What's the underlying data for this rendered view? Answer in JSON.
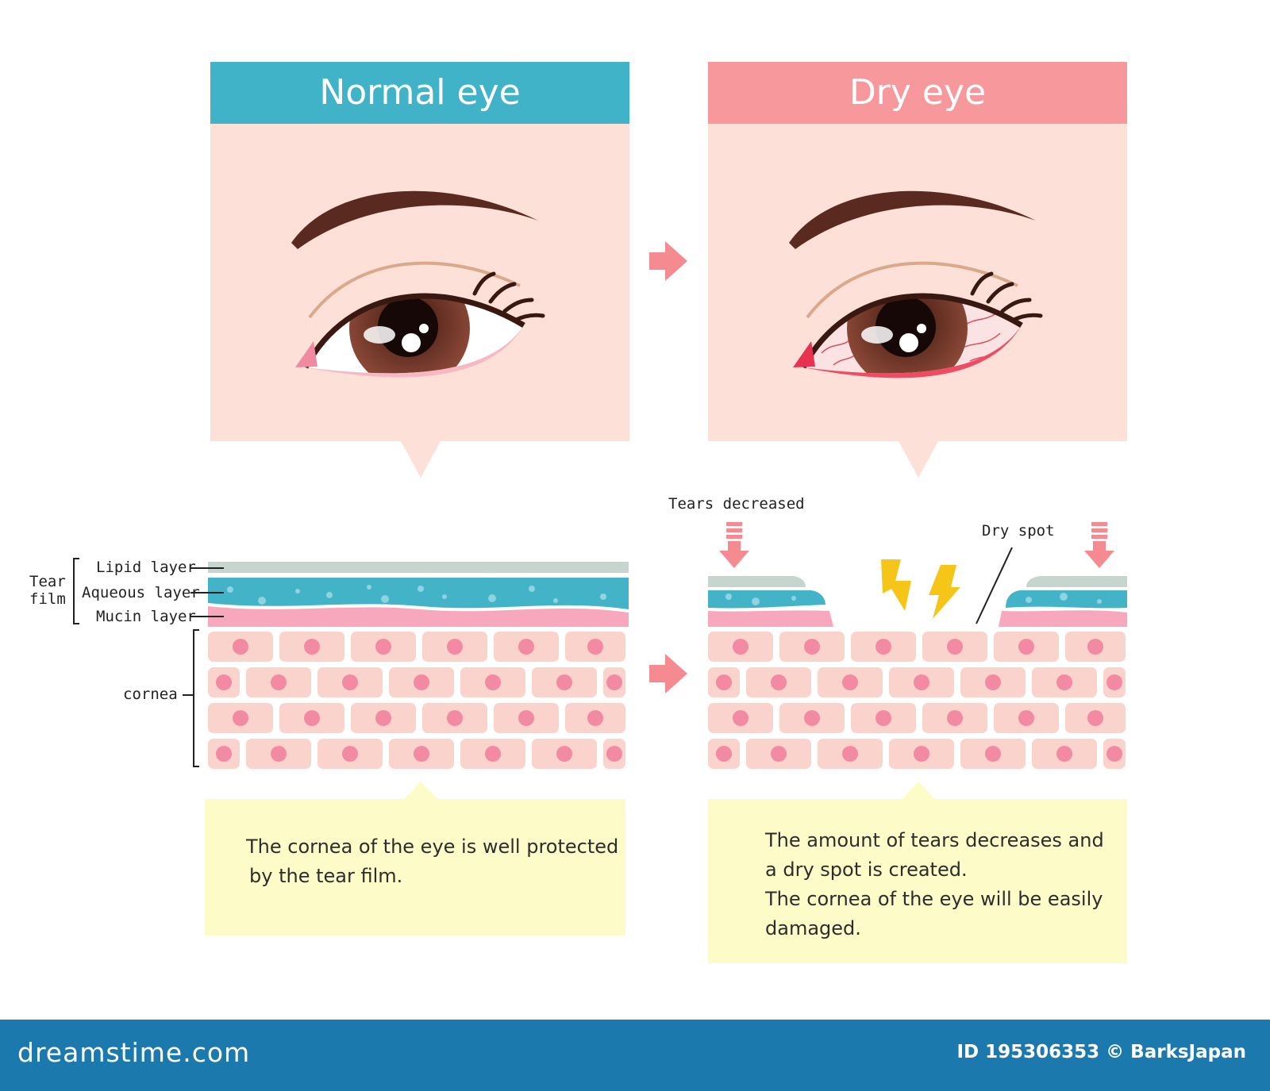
{
  "normal_panel": {
    "title": "Normal eye",
    "color": "#40b3c8"
  },
  "dry_panel": {
    "title": "Dry eye",
    "color": "#f7999c"
  },
  "labels": {
    "tear": "Tear",
    "film": "film",
    "lipid": "Lipid layer",
    "aqueous": "Aqueous layer",
    "mucin": "Mucin layer",
    "cornea": "cornea",
    "tears_decreased": "Tears decreased",
    "dry_spot": "Dry spot"
  },
  "normal_caption": {
    "line1": "The cornea of the eye is well protected",
    "line2": "by the tear film."
  },
  "dry_caption": {
    "line1": "The amount of tears decreases and",
    "line2": "a dry spot is created.",
    "line3": "The cornea of the eye will be easily",
    "line4": "damaged."
  },
  "footer": {
    "brand": "dreamstime.com",
    "credit": "ID 195306353 © BarksJapan"
  },
  "colors": {
    "skin": "#fde0d8",
    "cell": "#fbd3cd",
    "cell_nucleus": "#f28aa3",
    "damaged_cell": "#f28a96",
    "lipid": "#c6d6cf",
    "aqueous": "#43b3c8",
    "mucin": "#f7a8bd",
    "arrow": "#f58a90",
    "bolt": "#f5c518",
    "callout": "#fdfcc9"
  }
}
